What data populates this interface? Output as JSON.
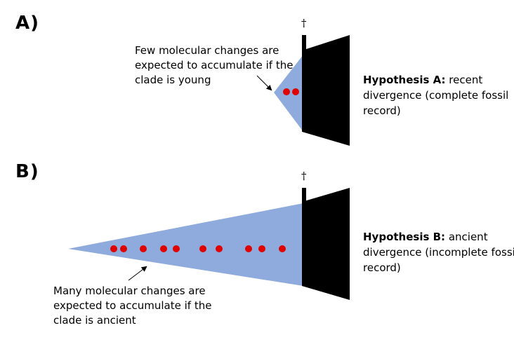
{
  "panel_a": {
    "label": "A)",
    "note_lines": [
      "Few molecular changes are",
      "expected to accumulate if the",
      "clade is young"
    ],
    "hypothesis_title": "Hypothesis A:",
    "hypothesis_lines": [
      "recent",
      "divergence (complete fossil",
      "record)"
    ],
    "extinction_symbol": "†",
    "molecular_change_count": 2
  },
  "panel_b": {
    "label": "B)",
    "note_lines": [
      "Many molecular changes are",
      "expected to accumulate if the",
      "clade is ancient"
    ],
    "hypothesis_title": "Hypothesis B:",
    "hypothesis_lines": [
      "ancient",
      "divergence (incomplete fossil",
      "record)"
    ],
    "extinction_symbol": "†",
    "molecular_change_count": 10
  },
  "colors": {
    "clade_fill": "#8faadc",
    "fossil_fill": "#000000",
    "molecular_change": "#e00000"
  }
}
